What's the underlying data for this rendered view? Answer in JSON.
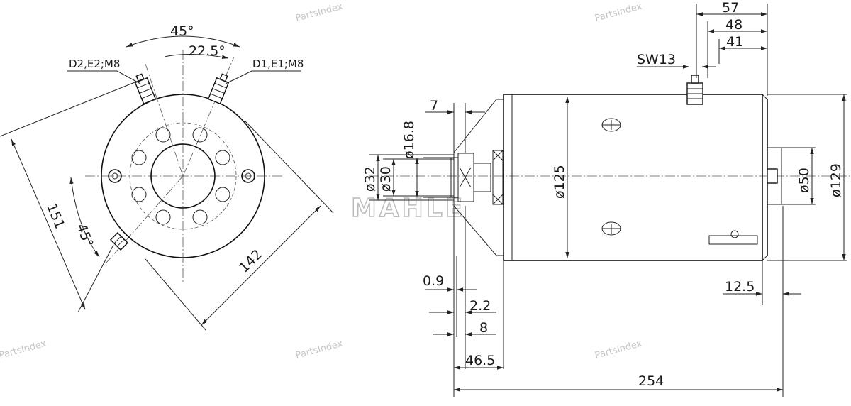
{
  "watermarks": [
    "PartsIndex",
    "PartsIndex",
    "PartsIndex",
    "PartsIndex"
  ],
  "logo_text": "MAHLE",
  "front_view": {
    "angle_top": "45°",
    "angle_inner": "22.5°",
    "angle_side": "45°",
    "terminal_left": "D2,E2;M8",
    "terminal_right": "D1,E1;M8",
    "dim_151": "151",
    "dim_142": "142"
  },
  "side_view": {
    "dim_57": "57",
    "dim_48": "48",
    "dim_41": "41",
    "wrench": "SW13",
    "dim_7": "7",
    "d16_8": "ø16.8",
    "d32": "ø32",
    "d30": "ø30",
    "d125": "ø125",
    "d50": "ø50",
    "d129": "ø129",
    "dim_0_9": "0.9",
    "dim_2_2": "2.2",
    "dim_8": "8",
    "dim_46_5": "46.5",
    "dim_12_5": "12.5",
    "dim_254": "254"
  }
}
